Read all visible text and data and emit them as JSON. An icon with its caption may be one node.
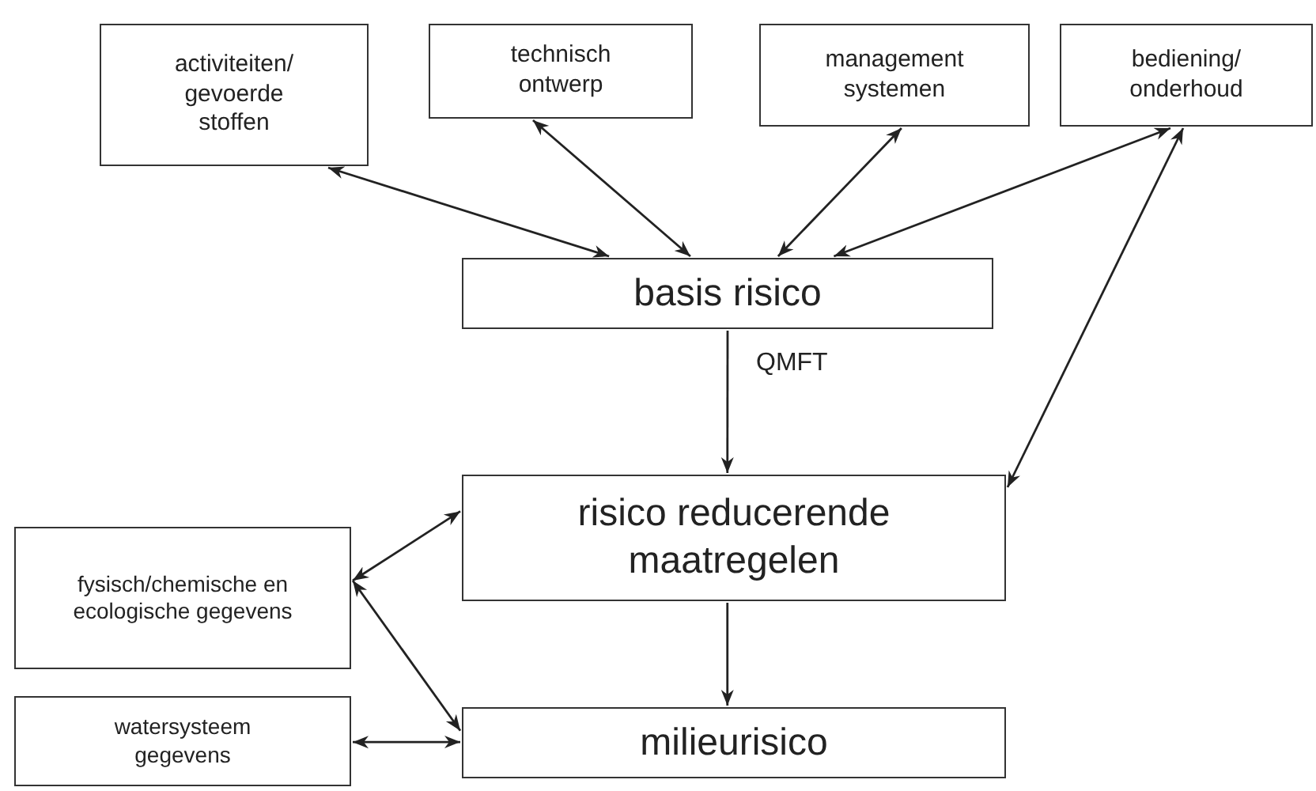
{
  "diagram": {
    "nodes": [
      {
        "text": [
          "activiteiten/ gevoerde stoffen"
        ]
      },
      {
        "text": [
          "technisch ontwerp"
        ]
      },
      {
        "text": [
          "management systemen"
        ]
      },
      {
        "text": [
          "bediening/ onderhoud"
        ]
      },
      {
        "text": [
          "basis risico"
        ]
      },
      {
        "text": [
          "risico reducerende maatregelen"
        ]
      },
      {
        "text": [
          "fysisch/chemische en ecologische gegevens"
        ]
      },
      {
        "text": [
          "milieurisico"
        ]
      },
      {
        "text": [
          "watersysteem gegevens"
        ]
      }
    ],
    "edges": [
      {
        "from": 0,
        "to": 4,
        "arrow": "both"
      },
      {
        "from": 1,
        "to": 4,
        "arrow": "both"
      },
      {
        "from": 2,
        "to": 4,
        "arrow": "both"
      },
      {
        "from": 3,
        "to": 4,
        "arrow": "both"
      },
      {
        "from": 3,
        "to": 5,
        "arrow": "both"
      },
      {
        "from": 4,
        "to": 5,
        "arrow": "to",
        "label": "QMFT"
      },
      {
        "from": 6,
        "to": 5,
        "arrow": "both"
      },
      {
        "from": 6,
        "to": 7,
        "arrow": "both"
      },
      {
        "from": 8,
        "to": 7,
        "arrow": "both"
      },
      {
        "from": 5,
        "to": 7,
        "arrow": "to"
      }
    ]
  }
}
